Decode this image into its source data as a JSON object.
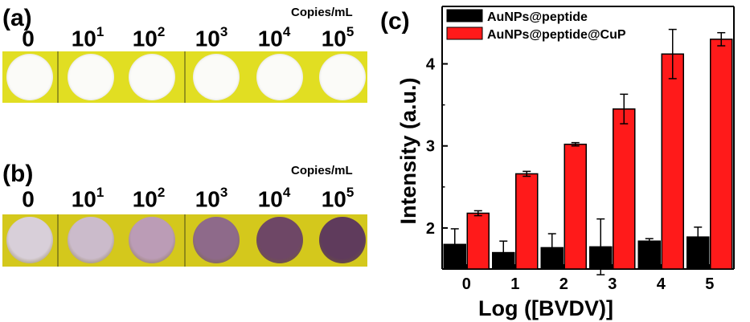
{
  "panels": {
    "a": {
      "label": "(a)",
      "unit": "Copies/mL"
    },
    "b": {
      "label": "(b)",
      "unit": "Copies/mL"
    },
    "c": {
      "label": "(c)"
    }
  },
  "concentrations": [
    {
      "base": "0",
      "exp": ""
    },
    {
      "base": "10",
      "exp": "1"
    },
    {
      "base": "10",
      "exp": "2"
    },
    {
      "base": "10",
      "exp": "3"
    },
    {
      "base": "10",
      "exp": "4"
    },
    {
      "base": "10",
      "exp": "5"
    }
  ],
  "well_colors_b": [
    "#d8cfd9",
    "#cbbbcb",
    "#bb9cb6",
    "#8e6a8a",
    "#6e4766",
    "#5f3b5c"
  ],
  "chart_data": {
    "type": "bar",
    "xlabel": "Log ([BVDV)]",
    "ylabel": "Intensity (a.u.)",
    "categories": [
      "0",
      "1",
      "2",
      "3",
      "4",
      "5"
    ],
    "ylim": [
      1.5,
      4.7
    ],
    "yticks": [
      "2",
      "3",
      "4"
    ],
    "grid": false,
    "legend": "top-left",
    "series": [
      {
        "name": "AuNPs@peptide",
        "color": "#000000",
        "values": [
          1.8,
          1.7,
          1.76,
          1.77,
          1.84,
          1.89
        ],
        "errors": [
          0.19,
          0.14,
          0.17,
          0.34,
          0.03,
          0.12
        ]
      },
      {
        "name": "AuNPs@peptide@CuP",
        "color": "#ff1a1a",
        "values": [
          2.18,
          2.66,
          3.02,
          3.45,
          4.12,
          4.3
        ],
        "errors": [
          0.03,
          0.03,
          0.02,
          0.18,
          0.3,
          0.08
        ]
      }
    ]
  }
}
